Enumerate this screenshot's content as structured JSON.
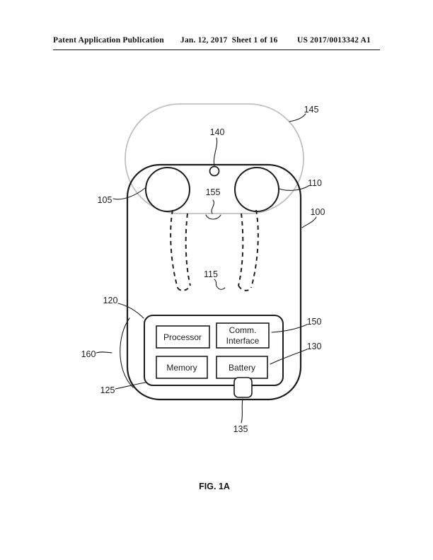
{
  "header": {
    "publication": "Patent Application Publication",
    "date_sheet": "Jan. 12, 2017  Sheet 1 of 16",
    "patent_number": "US 2017/0013342 A1"
  },
  "figure": {
    "caption": "FIG. 1A",
    "blocks": {
      "processor": "Processor",
      "comm_line1": "Comm.",
      "comm_line2": "Interface",
      "memory": "Memory",
      "battery": "Battery"
    },
    "refs": {
      "case": "100",
      "left_earbud": "105",
      "right_earbud": "110",
      "stems": "115",
      "component_box": "120",
      "component_box_lower": "125",
      "battery": "130",
      "connector": "135",
      "button": "140",
      "lid": "145",
      "comm_interface": "150",
      "hinge": "155",
      "side_bracket": "160"
    }
  },
  "colors": {
    "ink": "#1c1c1c",
    "lid_stroke": "#c0c0c0",
    "background": "#ffffff"
  }
}
